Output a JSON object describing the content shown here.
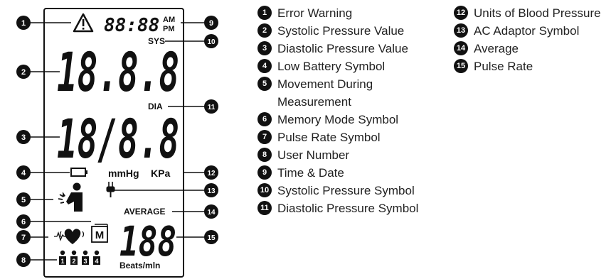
{
  "lcd": {
    "time": "88:88",
    "am": "AM",
    "pm": "PM",
    "sys": "SYS",
    "dia": "DIA",
    "systolic_digits": "18.8.8",
    "diastolic_digits": "18/8.8",
    "mmhg": "mmHg",
    "kpa": "KPa",
    "average": "AVERAGE",
    "pulse_digits": "188",
    "beats": "Beats/mln",
    "memory": "M",
    "users": [
      "1",
      "2",
      "3",
      "4"
    ]
  },
  "callouts": [
    "1",
    "2",
    "3",
    "4",
    "5",
    "6",
    "7",
    "8",
    "9",
    "10",
    "11",
    "12",
    "13",
    "14",
    "15"
  ],
  "legend": [
    {
      "num": "1",
      "label": "Error Warning"
    },
    {
      "num": "2",
      "label": "Systolic Pressure Value"
    },
    {
      "num": "3",
      "label": "Diastolic Pressure Value"
    },
    {
      "num": "4",
      "label": "Low Battery Symbol"
    },
    {
      "num": "5",
      "label": "Movement During Measurement"
    },
    {
      "num": "6",
      "label": "Memory Mode Symbol"
    },
    {
      "num": "7",
      "label": "Pulse Rate Symbol"
    },
    {
      "num": "8",
      "label": "User Number"
    },
    {
      "num": "9",
      "label": "Time & Date"
    },
    {
      "num": "10",
      "label": "Systolic Pressure Symbol"
    },
    {
      "num": "11",
      "label": "Diastolic Pressure Symbol"
    },
    {
      "num": "12",
      "label": "Units of Blood Pressure"
    },
    {
      "num": "13",
      "label": "AC Adaptor Symbol"
    },
    {
      "num": "14",
      "label": "Average"
    },
    {
      "num": "15",
      "label": "Pulse Rate"
    }
  ]
}
